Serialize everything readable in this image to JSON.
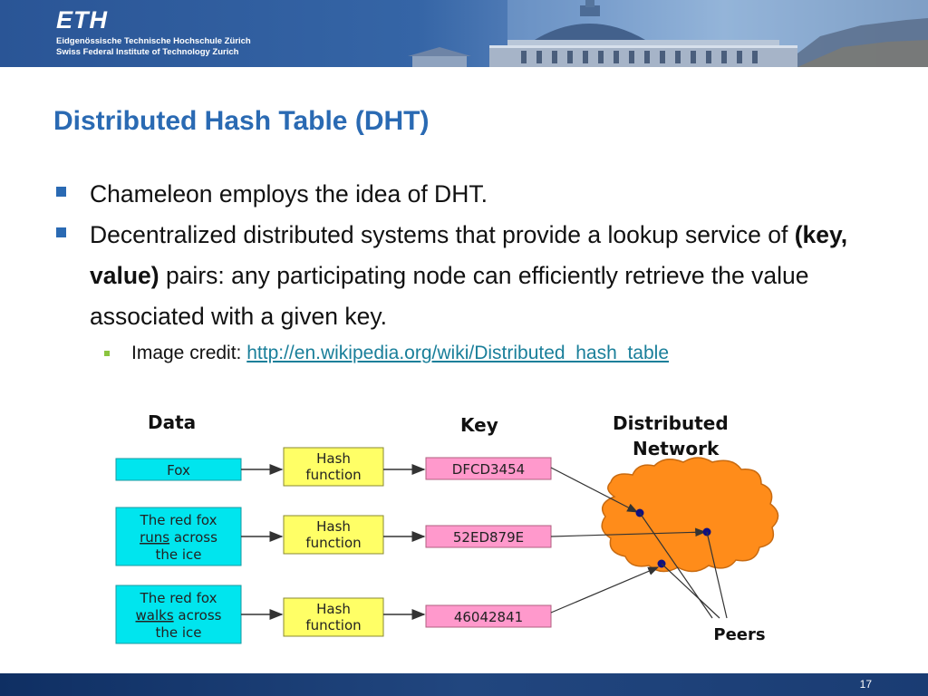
{
  "header": {
    "logo": "ETH",
    "line1": "Eidgenössische Technische Hochschule Zürich",
    "line2": "Swiss Federal Institute of Technology Zurich"
  },
  "slide": {
    "title": "Distributed Hash Table (DHT)",
    "bullet1": "Chameleon employs the idea of DHT.",
    "bullet2_part1": "Decentralized distributed systems that provide a lookup service of ",
    "bullet2_bold": "(key, value)",
    "bullet2_part2": " pairs: any participating node can efficiently retrieve the value associated with a given key.",
    "credit_label": "Image credit: ",
    "credit_url": "http://en.wikipedia.org/wiki/Distributed_hash_table"
  },
  "figure": {
    "heading_data": "Data",
    "heading_key": "Key",
    "heading_network_line1": "Distributed",
    "heading_network_line2": "Network",
    "rows": [
      {
        "data_lines": [
          "Fox"
        ],
        "hash_line1": "Hash",
        "hash_line2": "function",
        "key": "DFCD3454"
      },
      {
        "data_line1": "The red fox",
        "data_word": "runs",
        "data_rest": " across",
        "data_line3": "the ice",
        "hash_line1": "Hash",
        "hash_line2": "function",
        "key": "52ED879E"
      },
      {
        "data_line1": "The red fox",
        "data_word": "walks",
        "data_rest": " across",
        "data_line3": "the ice",
        "hash_line1": "Hash",
        "hash_line2": "function",
        "key": "46042841"
      }
    ],
    "peers_label": "Peers",
    "colors": {
      "data_box": "#00e5ee",
      "hash_box": "#ffff66",
      "key_box": "#ff99cc",
      "cloud": "#ff8c1a",
      "peer_dot": "#101080"
    }
  },
  "footer": {
    "page_number": "17"
  }
}
